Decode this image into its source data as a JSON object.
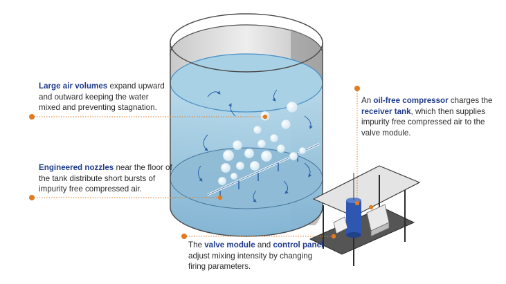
{
  "callouts": {
    "air_volumes": {
      "highlight": "Large air volumes",
      "text": " expand upward and outward keeping the water mixed and preventing stagnation."
    },
    "nozzles": {
      "highlight": "Engineered nozzles",
      "text": " near the floor of the tank distribute short bursts of impurity free compressed air."
    },
    "compressor": {
      "lead": "An ",
      "highlight1": "oil-free compressor",
      "mid": " charges the ",
      "highlight2": "receiver tank",
      "text": ", which then supplies impurity free compressed air to the valve module."
    },
    "valve": {
      "lead": "The ",
      "highlight1": "valve module",
      "mid": " and ",
      "highlight2": "control panel",
      "text": " adjust mixing intensity by changing firing parameters."
    }
  },
  "colors": {
    "highlight": "#1f3a8a",
    "leader_dot": "#e07b22",
    "water": "#9fc9e0",
    "tank_wall": "#d9d9d9",
    "tank_outline": "#4a4a4a"
  }
}
